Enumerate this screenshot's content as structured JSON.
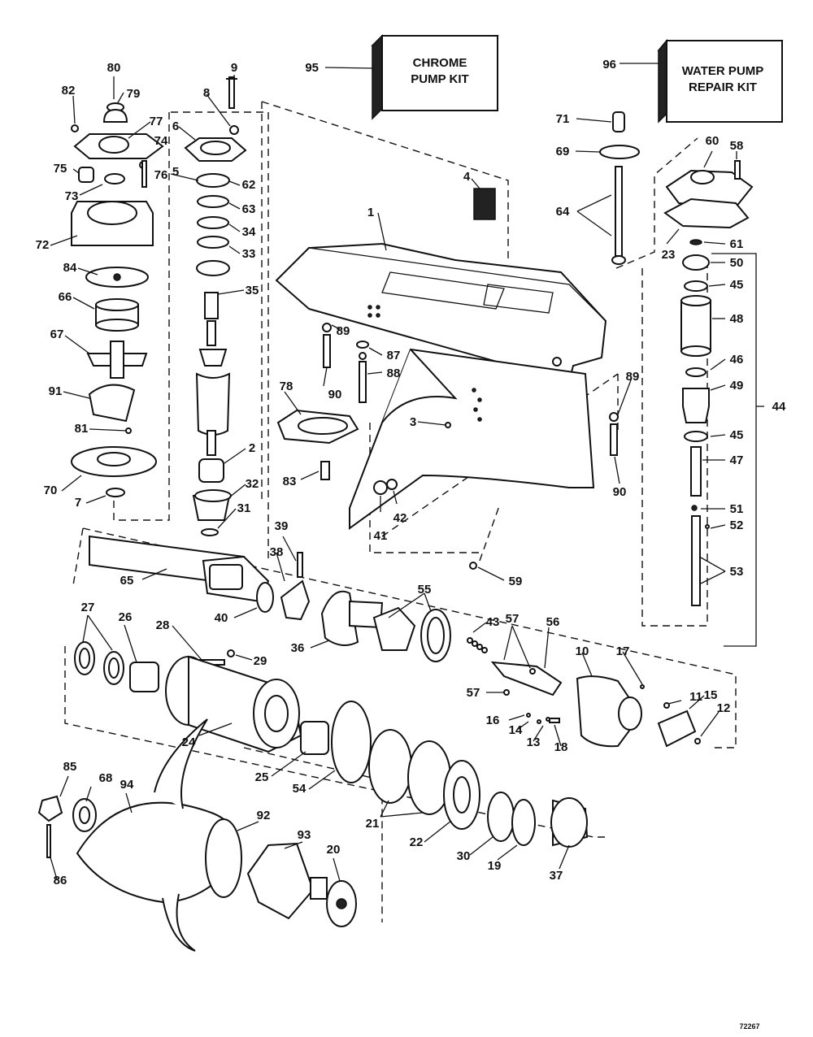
{
  "kits": {
    "chrome": {
      "line1": "CHROME",
      "line2": "PUMP KIT"
    },
    "water": {
      "line1": "WATER PUMP",
      "line2": "REPAIR KIT"
    }
  },
  "figure_number": "72267",
  "labels": {
    "n1": "1",
    "n2": "2",
    "n3": "3",
    "n4": "4",
    "n5": "5",
    "n6": "6",
    "n7": "7",
    "n8": "8",
    "n9": "9",
    "n10": "10",
    "n11": "11",
    "n12": "12",
    "n13": "13",
    "n14": "14",
    "n15": "15",
    "n16": "16",
    "n17": "17",
    "n18": "18",
    "n19": "19",
    "n20": "20",
    "n21": "21",
    "n22": "22",
    "n23": "23",
    "n24": "24",
    "n25": "25",
    "n26": "26",
    "n27": "27",
    "n28": "28",
    "n29": "29",
    "n30": "30",
    "n31": "31",
    "n32": "32",
    "n33": "33",
    "n34": "34",
    "n35": "35",
    "n36": "36",
    "n37": "37",
    "n38": "38",
    "n39": "39",
    "n40": "40",
    "n41": "41",
    "n42": "42",
    "n43": "43",
    "n44": "44",
    "n45a": "45",
    "n45b": "45",
    "n46": "46",
    "n47": "47",
    "n48": "48",
    "n49": "49",
    "n50": "50",
    "n51": "51",
    "n52": "52",
    "n53": "53",
    "n54": "54",
    "n55": "55",
    "n56": "56",
    "n57a": "57",
    "n57b": "57",
    "n58": "58",
    "n59": "59",
    "n60": "60",
    "n61": "61",
    "n62": "62",
    "n63": "63",
    "n64": "64",
    "n65": "65",
    "n66": "66",
    "n67": "67",
    "n68": "68",
    "n69": "69",
    "n70": "70",
    "n71": "71",
    "n72": "72",
    "n73": "73",
    "n74": "74",
    "n75": "75",
    "n76": "76",
    "n77": "77",
    "n78": "78",
    "n79": "79",
    "n80": "80",
    "n81": "81",
    "n82": "82",
    "n83": "83",
    "n84": "84",
    "n85": "85",
    "n86": "86",
    "n87": "87",
    "n88": "88",
    "n89a": "89",
    "n89b": "89",
    "n90a": "90",
    "n90b": "90",
    "n91": "91",
    "n92": "92",
    "n93": "93",
    "n94": "94",
    "n95": "95",
    "n96": "96"
  }
}
